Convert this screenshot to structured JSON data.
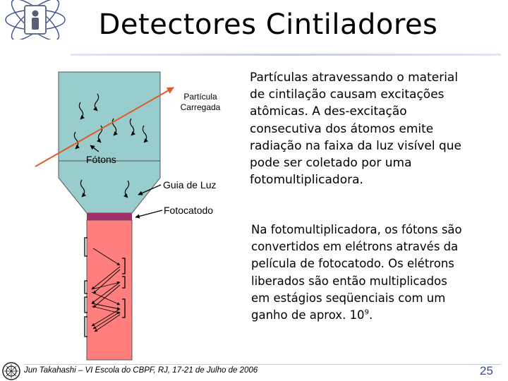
{
  "slide": {
    "title": "Detectores Cintiladores",
    "diagram": {
      "particle_label_line1": "Partícula",
      "particle_label_line2": "Carregada",
      "photons_label": "Fótons",
      "light_guide_label": "Guia de Luz",
      "photocathode_label": "Fotocatodo"
    },
    "paragraph1": "Partículas atravessando o material de cintilação causam excitações atômicas. A des-excitação consecutiva dos átomos emite radiação na faixa da luz visível que pode ser coletado por uma fotomultiplicadora.",
    "paragraph2_text": "Na fotomultiplicadora, os fótons são convertidos em elétrons através da película de fotocatodo. Os elétrons liberados são então multiplicados em estágios seqüenciais com um ganho de aprox. 10",
    "paragraph2_exponent": "9",
    "paragraph2_end": ".",
    "footer": "Jun Takahashi – VI Escola do CBPF, RJ, 17-21 de Julho de 2006",
    "page_number": "25"
  },
  "colors": {
    "scintillator": "#99cccc",
    "photomultiplier": "#ff7f7f",
    "photocathode": "#a0306a",
    "particle_track": "#e05a2a",
    "rule": "#c6cbe0"
  },
  "icons": [
    "atom-logo-icon",
    "university-seal-icon"
  ]
}
